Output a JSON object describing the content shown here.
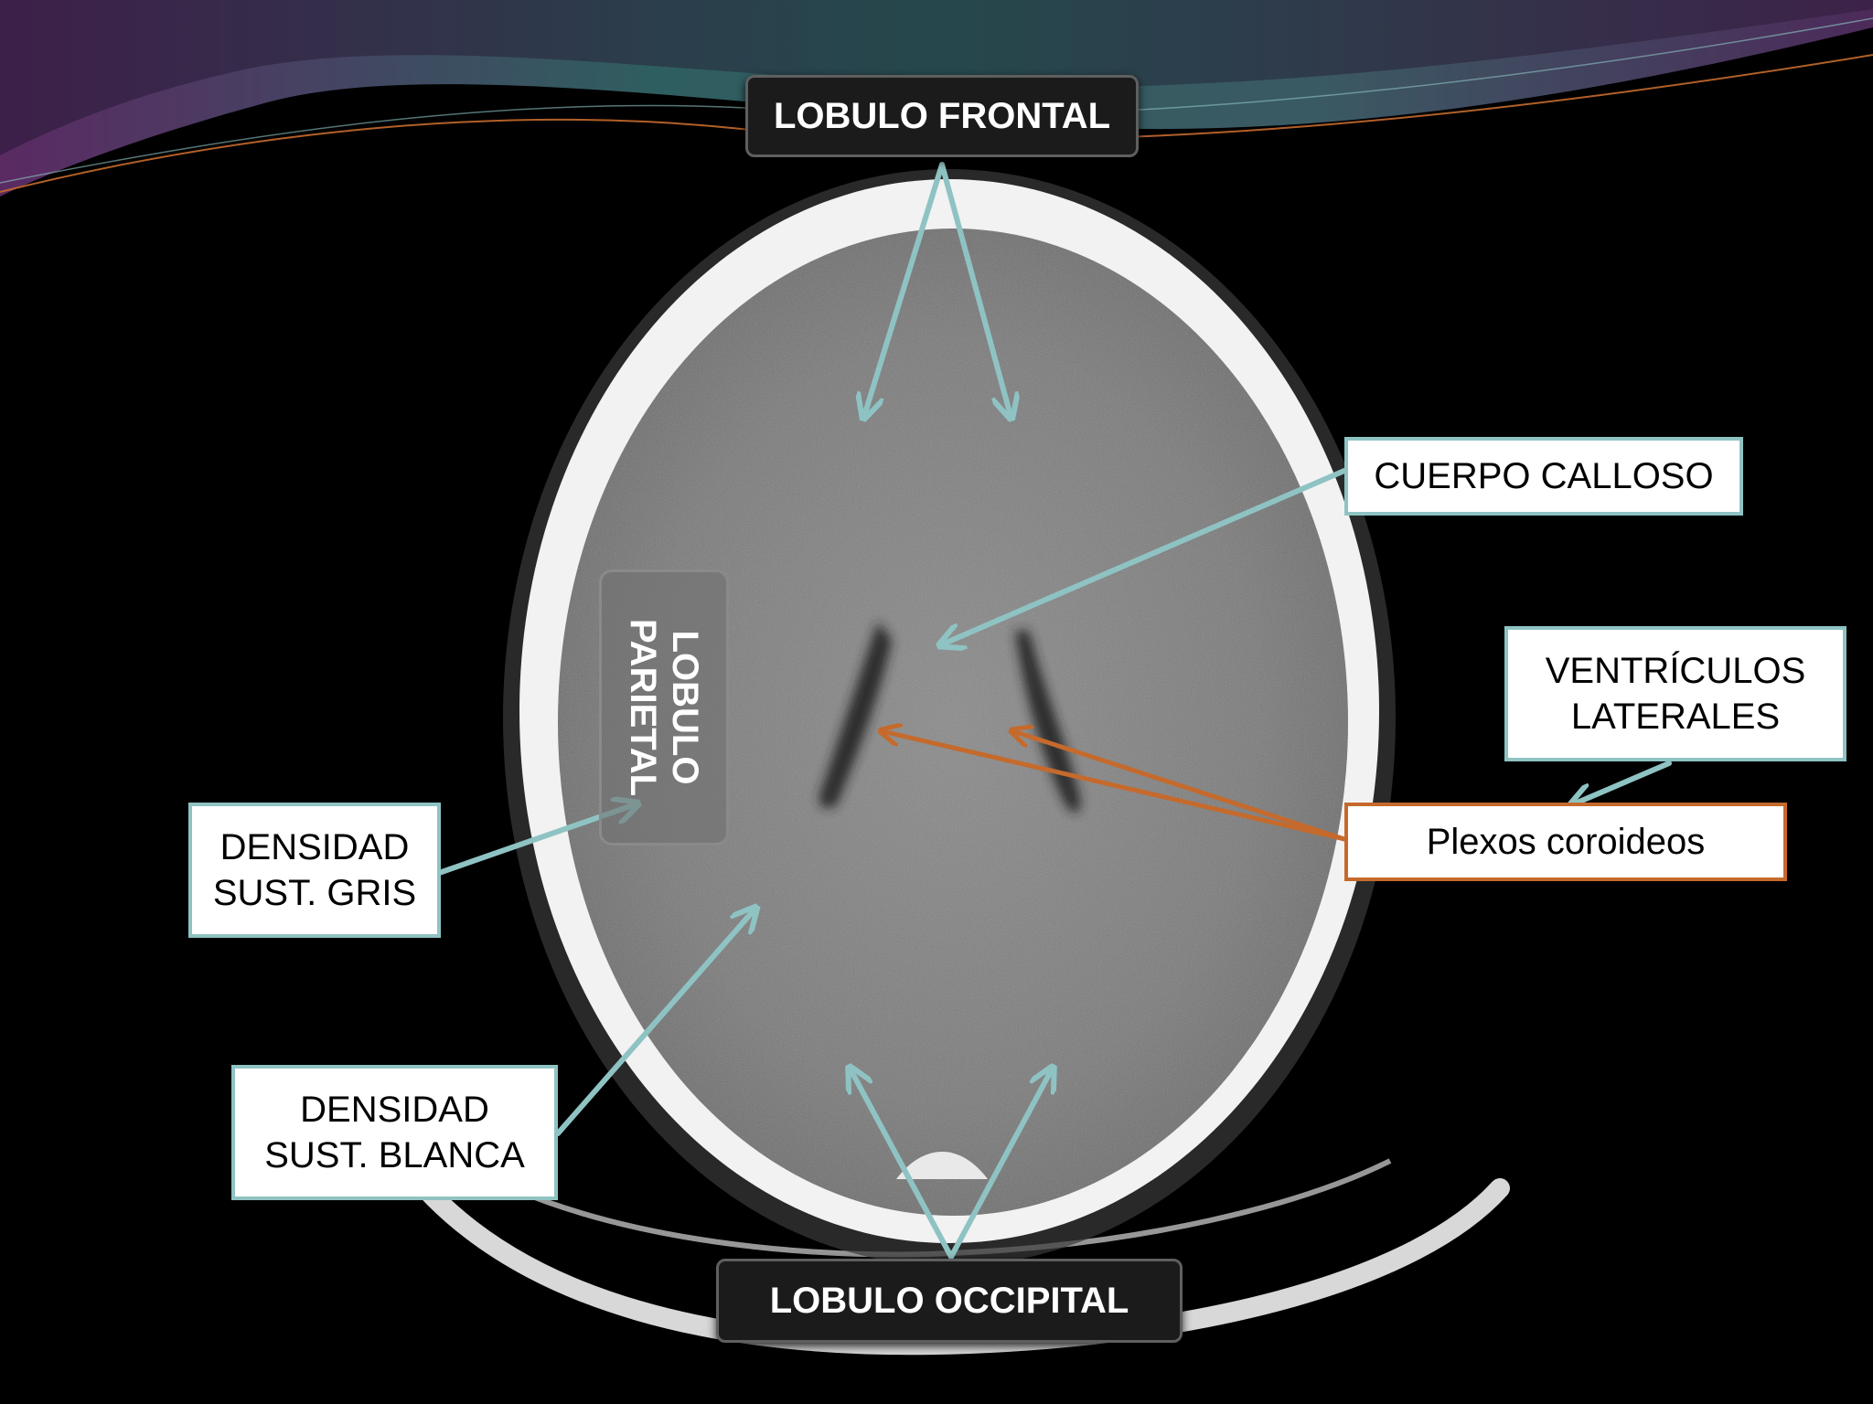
{
  "colors": {
    "background": "#000000",
    "teal_arrow": "#8fc3c3",
    "orange_arrow": "#c56a2c",
    "header_wave_teal": "#2e5a5a",
    "header_wave_purple": "#4a2656"
  },
  "labels": {
    "frontal": "LOBULO FRONTAL",
    "occipital": "LOBULO OCCIPITAL",
    "parietal": "LOBULO\nPARIETAL",
    "cuerpo_calloso": "CUERPO CALLOSO",
    "ventriculos": "VENTRÍCULOS\nLATERALES",
    "plexos": "Plexos coroideos",
    "sust_gris": "DENSIDAD\nSUST. GRIS",
    "sust_blanca": "DENSIDAD\nSUST. BLANCA"
  }
}
